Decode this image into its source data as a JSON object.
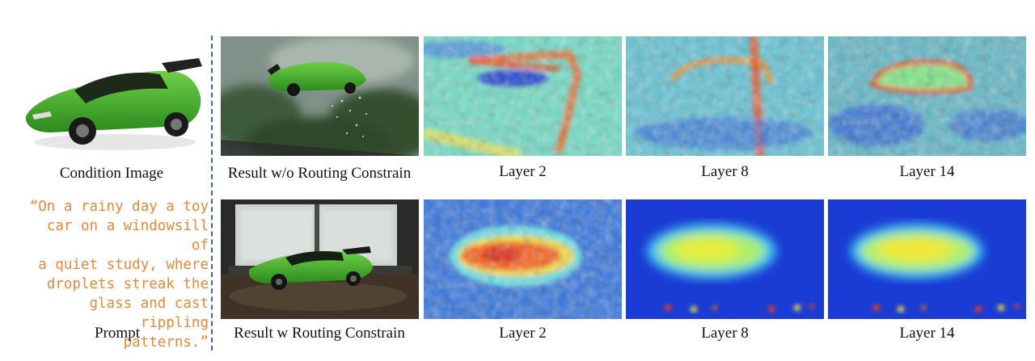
{
  "condition_caption": "Condition Image",
  "prompt_text": "“On a rainy day a toy\ncar on a windowsill of\na quiet study, where\ndroplets streak the\nglass and cast rippling\npatterns.”",
  "prompt_caption": "Prompt",
  "top_row": {
    "result_caption": "Result w/o Routing Constrain",
    "layers": [
      "Layer 2",
      "Layer 8",
      "Layer 14"
    ]
  },
  "bottom_row": {
    "result_caption": "Result w Routing Constrain",
    "layers": [
      "Layer 2",
      "Layer 8",
      "Layer 14"
    ]
  },
  "colors": {
    "prompt": "#e08a3e",
    "divider": "#3b63b5",
    "car": "#3fae2a"
  }
}
